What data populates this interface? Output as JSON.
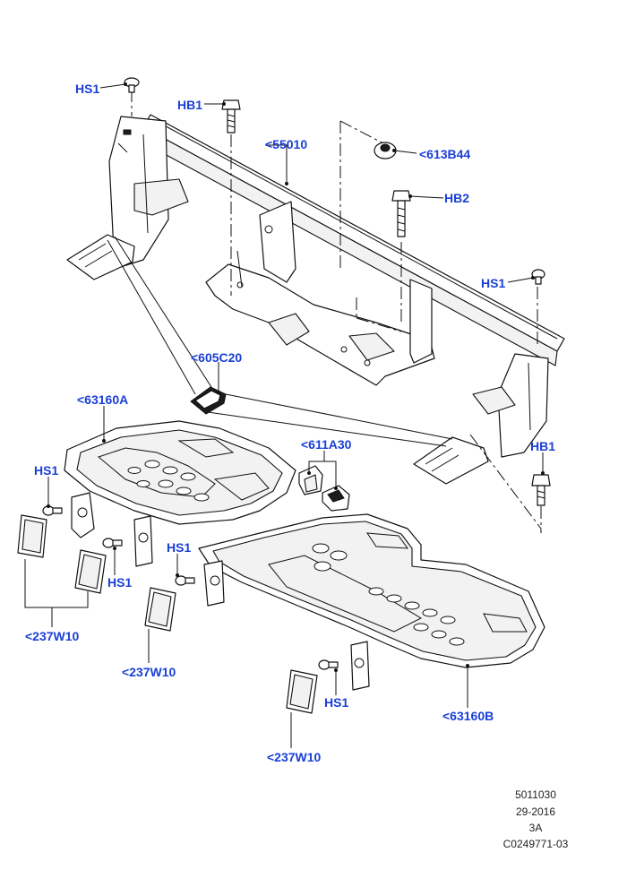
{
  "labels": {
    "hs1_top_left": "HS1",
    "hb1_top": "HB1",
    "p55010": "<55010",
    "p613b44": "<613B44",
    "hb2": "HB2",
    "hs1_right": "HS1",
    "p605c20": "<605C20",
    "p63160a": "<63160A",
    "p611a30": "<611A30",
    "hb1_right": "HB1",
    "hs1_left_mid": "HS1",
    "hs1_left_low": "HS1",
    "hs1_center": "HS1",
    "p237w10_a": "<237W10",
    "p237w10_b": "<237W10",
    "hs1_bottom": "HS1",
    "p63160b": "<63160B",
    "p237w10_c": "<237W10"
  },
  "reference": {
    "line1": "5011030",
    "line2": "29-2016",
    "line3": "3A",
    "line4": "C0249771-03"
  },
  "colors": {
    "label": "#1a3fd6",
    "line": "#111111",
    "background": "#ffffff"
  }
}
